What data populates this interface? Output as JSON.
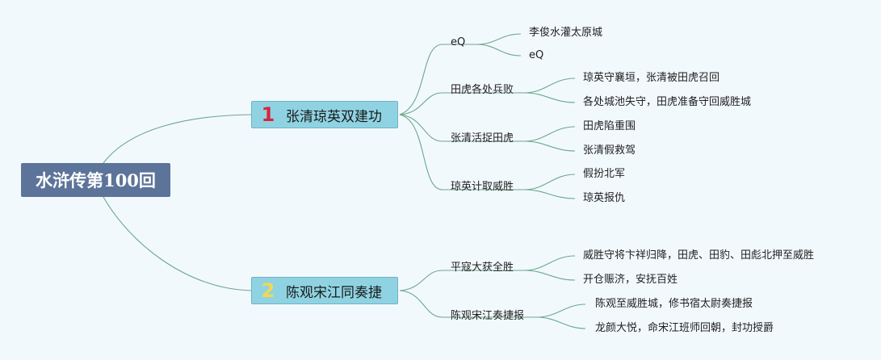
{
  "map": {
    "root": "水浒传第100回",
    "colors": {
      "root_bg": "#5c7499",
      "branch_bg": "#8fd3e2",
      "line": "#6aa88d",
      "num1": "#d7263d",
      "num2": "#f2d94e",
      "background": "#f2f9fd"
    },
    "branches": [
      {
        "num": "1",
        "label": "张清琼英双建功",
        "children": [
          {
            "label": "eQ",
            "leaves": [
              "李俊水灌太原城",
              "eQ"
            ]
          },
          {
            "label": "田虎各处兵败",
            "leaves": [
              "琼英守襄垣，张清被田虎召回",
              "各处城池失守，田虎准备守回威胜城"
            ]
          },
          {
            "label": "张清活捉田虎",
            "leaves": [
              "田虎陷重围",
              "张清假救驾"
            ]
          },
          {
            "label": "琼英计取威胜",
            "leaves": [
              "假扮北军",
              "琼英报仇"
            ]
          }
        ]
      },
      {
        "num": "2",
        "label": "陈观宋江同奏捷",
        "children": [
          {
            "label": "平寇大获全胜",
            "leaves": [
              "威胜守将卞祥归降，田虎、田豹、田彪北押至威胜",
              "开仓赈济，安抚百姓"
            ]
          },
          {
            "label": "陈观宋江奏捷报",
            "leaves": [
              "陈观至威胜城，修书宿太尉奏捷报",
              "龙颜大悦，命宋江班师回朝，封功授爵"
            ]
          }
        ]
      }
    ]
  }
}
